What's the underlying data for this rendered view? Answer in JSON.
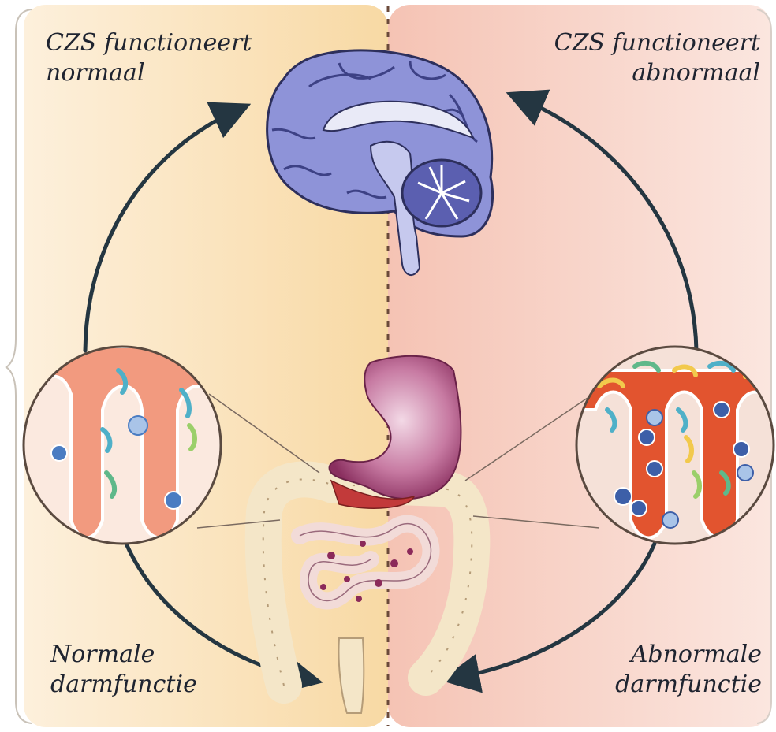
{
  "labels": {
    "top_left": {
      "line1": "CZS functioneert",
      "line2": "normaal"
    },
    "top_right": {
      "line1": "CZS functioneert",
      "line2": "abnormaal"
    },
    "bottom_left": {
      "line1": "Normale",
      "line2": "darmfunctie"
    },
    "bottom_right": {
      "line1": "Abnormale",
      "line2": "darmfunctie"
    }
  },
  "colors": {
    "left_panel": "#f9dfb0",
    "right_panel": "#f6c9bd",
    "arrow": "#243641",
    "brain": "#8e93d8",
    "brain_dark": "#4a4f9a",
    "stomach": "#b25a8a",
    "intestine": "#f4e6c8",
    "villi_normal": "#f29a7f",
    "villi_abnormal": "#e2542f"
  },
  "icons": [
    "brain-icon",
    "stomach-icon",
    "intestine-icon",
    "normal-villi-icon",
    "abnormal-villi-icon"
  ]
}
